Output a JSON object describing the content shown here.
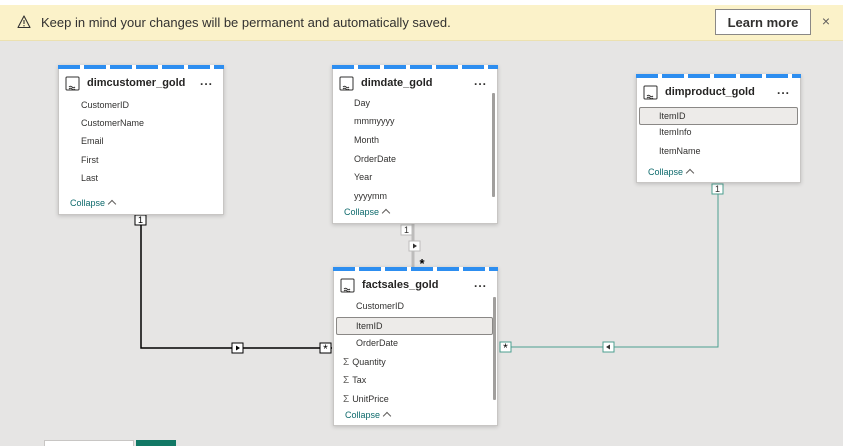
{
  "banner": {
    "message": "Keep in mind your changes will be permanent and automatically saved.",
    "learn_more": "Learn more",
    "close": "×"
  },
  "tables": {
    "dimcustomer": {
      "name": "dimcustomer_gold",
      "more": "...",
      "fields": [
        "CustomerID",
        "CustomerName",
        "Email",
        "First",
        "Last"
      ],
      "collapse": "Collapse"
    },
    "dimdate": {
      "name": "dimdate_gold",
      "more": "...",
      "fields": [
        "Day",
        "mmmyyyy",
        "Month",
        "OrderDate",
        "Year",
        "yyyymm"
      ],
      "collapse": "Collapse"
    },
    "dimproduct": {
      "name": "dimproduct_gold",
      "more": "...",
      "fields": [
        "ItemID",
        "ItemInfo",
        "ItemName"
      ],
      "selected_field": "ItemID",
      "collapse": "Collapse"
    },
    "factsales": {
      "name": "factsales_gold",
      "more": "...",
      "fields": [
        "CustomerID",
        "ItemID",
        "OrderDate",
        "Quantity",
        "Tax",
        "UnitPrice"
      ],
      "measure_fields": [
        "Quantity",
        "Tax",
        "UnitPrice"
      ],
      "selected_field": "ItemID",
      "collapse": "Collapse"
    }
  },
  "relationships": {
    "one": "1",
    "many": "*"
  },
  "colors": {
    "accent_stripe": "#2d8ef0",
    "relationship_active": "#000000",
    "relationship_selected": "#4c9f8f",
    "collapse_link": "#0e6a6c",
    "banner_bg": "#fbf2c9"
  }
}
